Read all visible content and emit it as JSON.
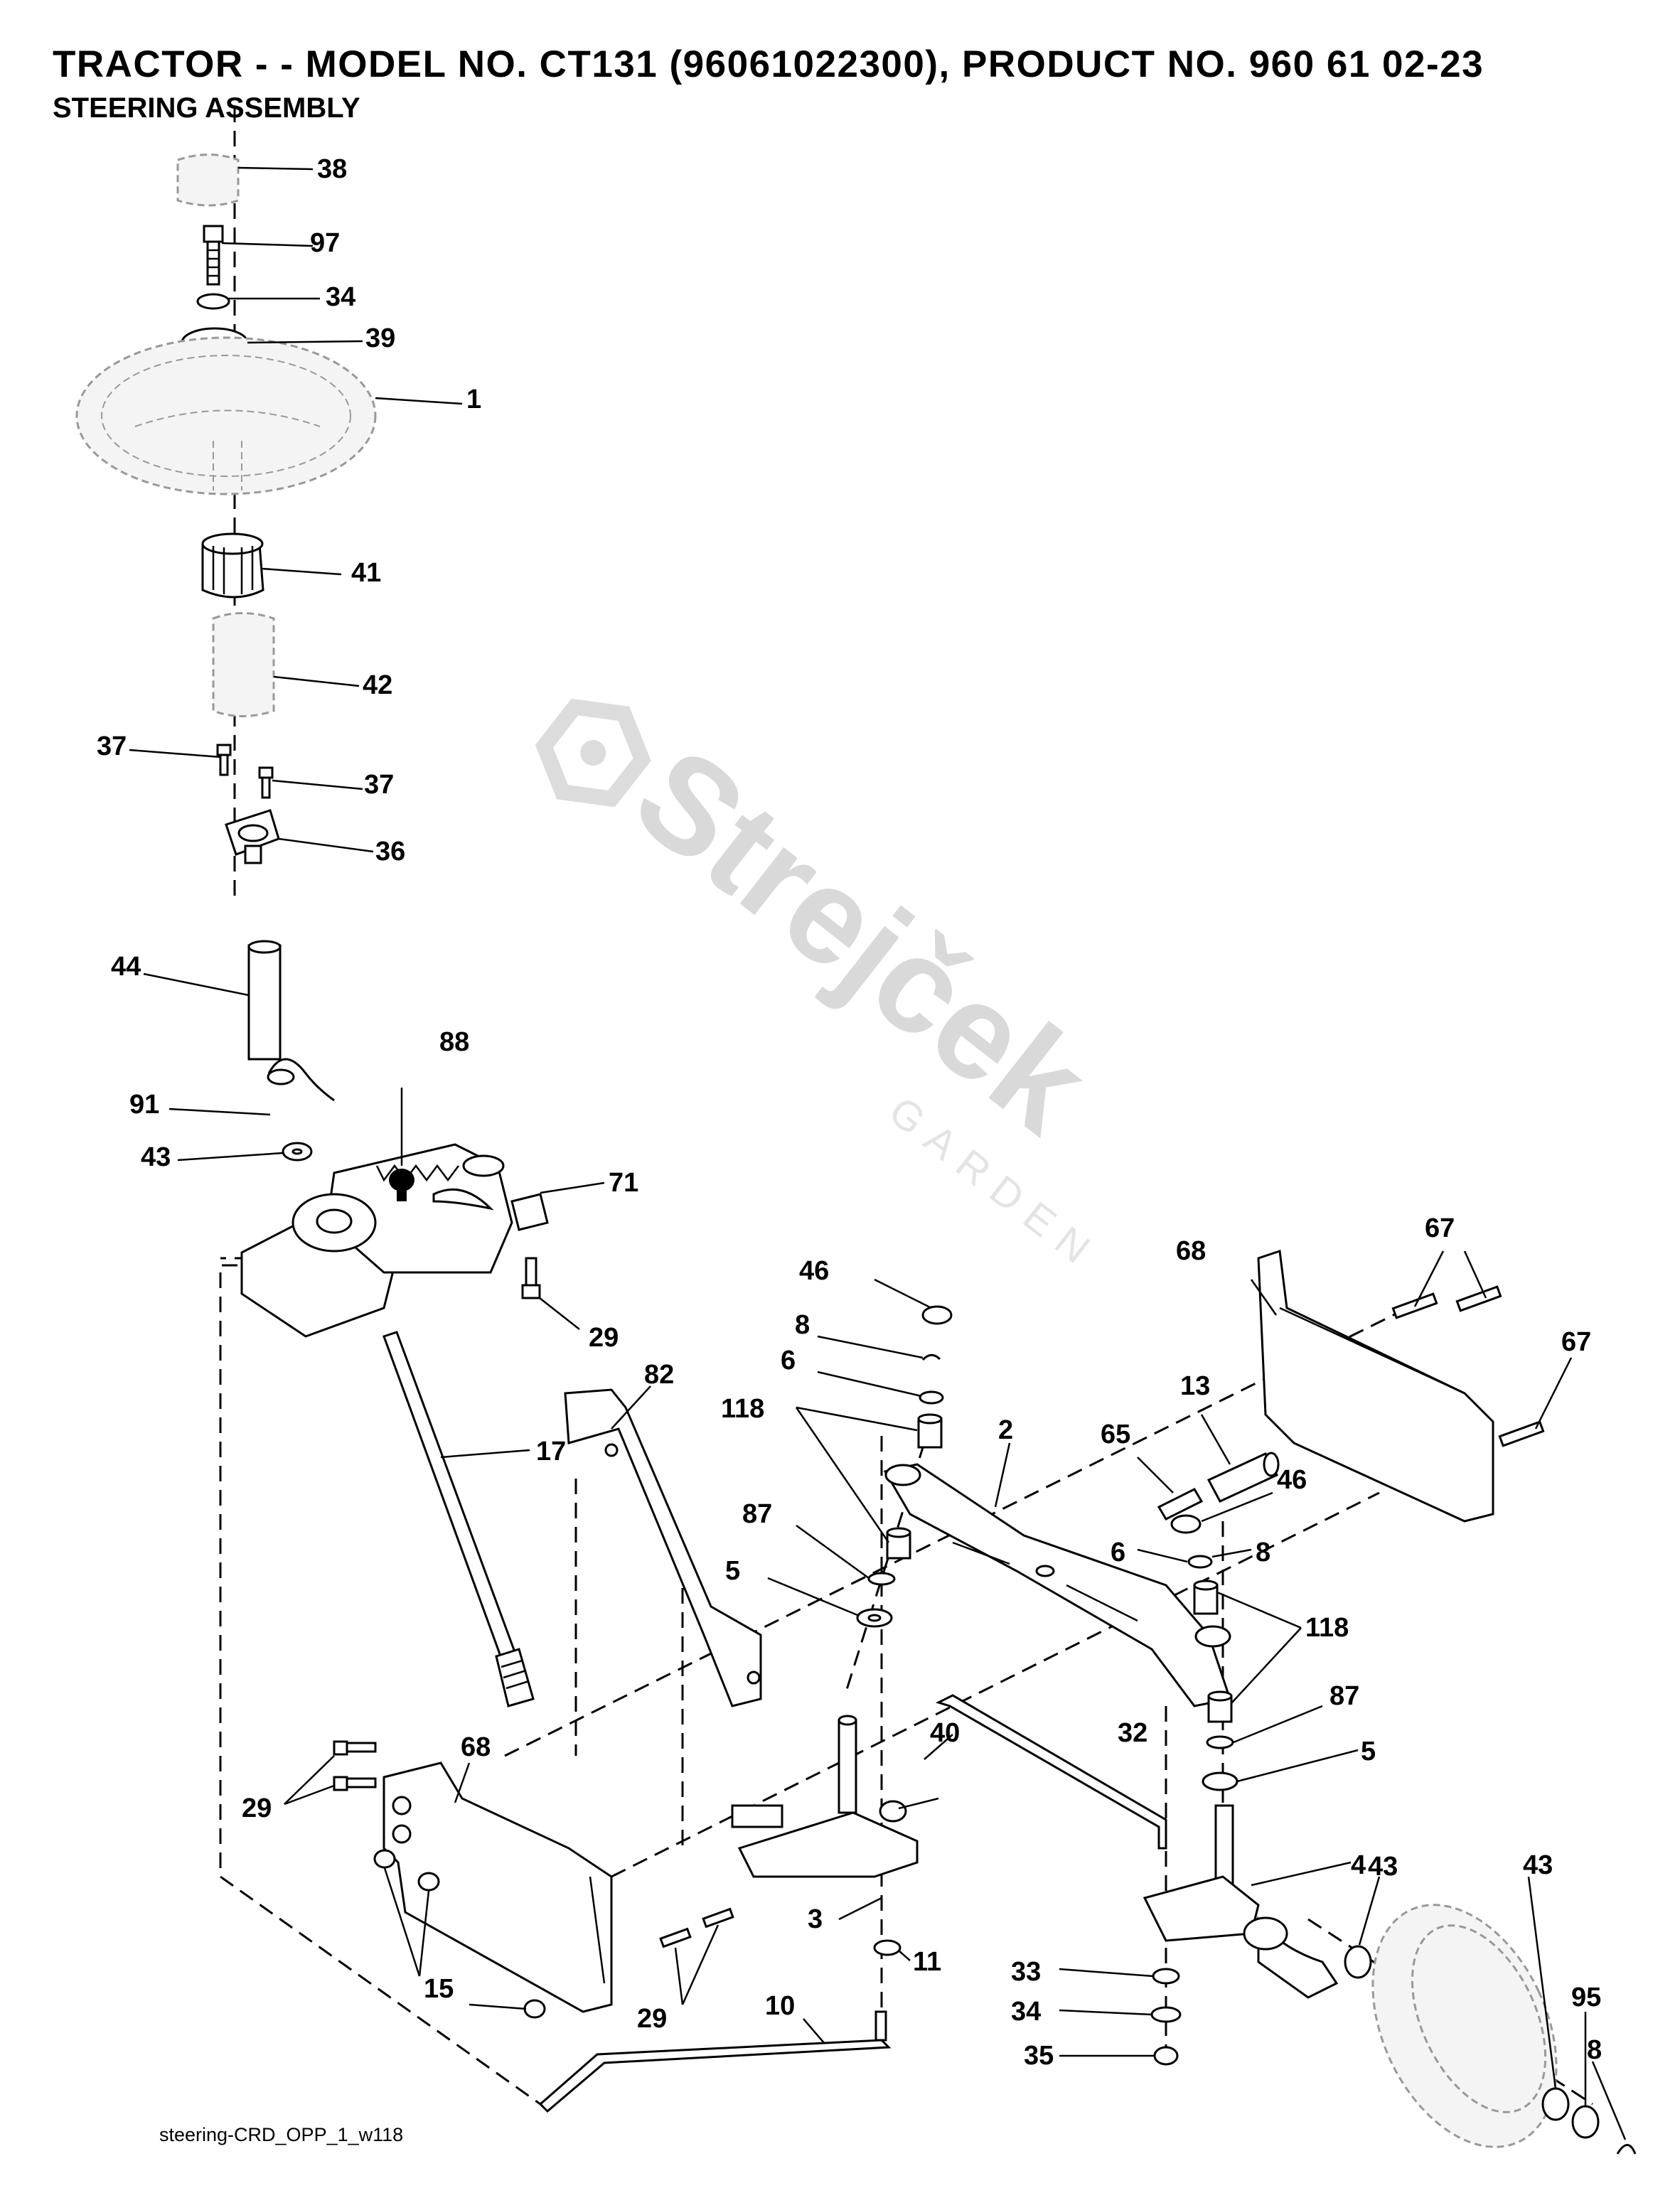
{
  "header": {
    "title": "TRACTOR - - MODEL NO. CT131 (96061022300), PRODUCT NO. 960 61 02-23",
    "subtitle": "STEERING ASSEMBLY"
  },
  "watermark": {
    "brand": "Strejček",
    "sub": "GARDEN"
  },
  "footer": {
    "file_id": "steering-CRD_OPP_1_w118"
  },
  "callouts": {
    "c38": "38",
    "c97": "97",
    "c34a": "34",
    "c39": "39",
    "c1": "1",
    "c41": "41",
    "c42": "42",
    "c37a": "37",
    "c37b": "37",
    "c36": "36",
    "c44": "44",
    "c88": "88",
    "c91": "91",
    "c43a": "43",
    "c71": "71",
    "c29a": "29",
    "c17": "17",
    "c82": "82",
    "c68a": "68",
    "c29b": "29",
    "c15": "15",
    "c29c": "29",
    "c10": "10",
    "c46a": "46",
    "c8a": "8",
    "c6a": "6",
    "c118a": "118",
    "c87a": "87",
    "c5a": "5",
    "c2": "2",
    "c65": "65",
    "c13": "13",
    "c46b": "46",
    "c6b": "6",
    "c8b": "8",
    "c118b": "118",
    "c87b": "87",
    "c5b": "5",
    "c40": "40",
    "c3": "3",
    "c11": "11",
    "c32": "32",
    "c4": "4",
    "c33": "33",
    "c34b": "34",
    "c35": "35",
    "c43b": "43",
    "c43c": "43",
    "c95": "95",
    "c8c": "8",
    "c68b": "68",
    "c67a": "67",
    "c67b": "67"
  }
}
